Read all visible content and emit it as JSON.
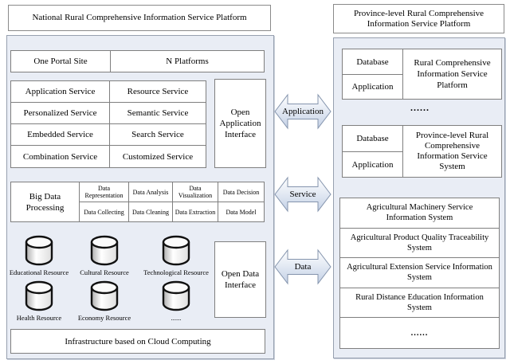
{
  "colors": {
    "panel_background": "#e9edf5",
    "box_border": "#7f7f7f",
    "arrow_fill": "#cdd8ea"
  },
  "left": {
    "title": "National Rural Comprehensive Information Service Platform",
    "portal": {
      "left": "One Portal Site",
      "right": "N Platforms"
    },
    "services": [
      [
        "Application Service",
        "Resource Service"
      ],
      [
        "Personalized Service",
        "Semantic Service"
      ],
      [
        "Embedded Service",
        "Search Service"
      ],
      [
        "Combination Service",
        "Customized Service"
      ]
    ],
    "open_application_interface": "Open Application Interface",
    "big_data": {
      "label": "Big Data Processing",
      "row1": [
        "Data Representation",
        "Data Analysis",
        "Data Visualization",
        "Data Decision"
      ],
      "row2": [
        "Data Collecting",
        "Data Cleaning",
        "Data Extraction",
        "Data Model"
      ]
    },
    "resources": [
      "Educational Resource",
      "Cultural Resource",
      "Technological Resource",
      "Health Resource",
      "Economy Resource",
      "......"
    ],
    "open_data_interface": "Open Data Interface",
    "infrastructure": "Infrastructure based on Cloud Computing"
  },
  "middle": {
    "arrows": [
      "Application",
      "Service",
      "Data"
    ]
  },
  "right": {
    "title": "Province-level Rural Comprehensive Information Service Platform",
    "blocks": [
      {
        "rows": [
          "Database",
          "Application"
        ],
        "label": "Rural Comprehensive Information Service Platform"
      },
      {
        "rows": [
          "Database",
          "Application"
        ],
        "label": "Province-level Rural Comprehensive Information Service System"
      }
    ],
    "ellipsis": "......",
    "systems": [
      "Agricultural Machinery Service Information System",
      "Agricultural Product Quality Traceability System",
      "Agricultural Extension Service Information System",
      "Rural Distance Education Information System",
      "......"
    ]
  }
}
